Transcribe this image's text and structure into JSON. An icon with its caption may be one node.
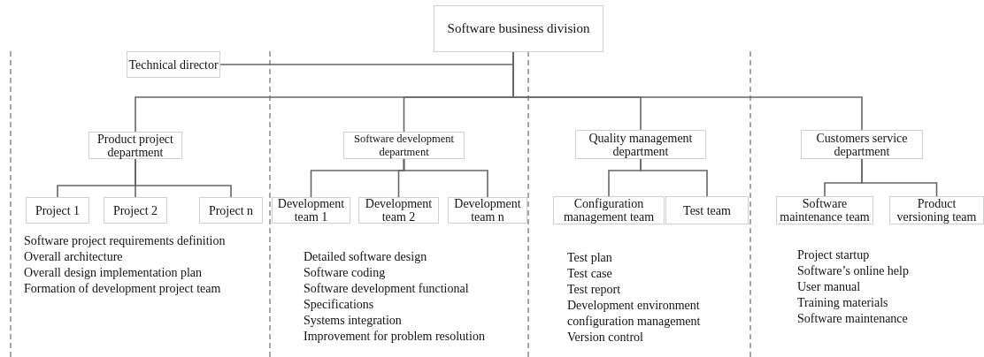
{
  "diagram": {
    "nodes": [
      {
        "text": [
          "Software business division"
        ]
      },
      {
        "text": [
          "Technical director"
        ]
      },
      {
        "text": [
          "Product project department"
        ]
      },
      {
        "text": [
          "Software development department"
        ]
      },
      {
        "text": [
          "Quality management department"
        ]
      },
      {
        "text": [
          "Customers service department"
        ]
      },
      {
        "text": [
          "Project 1"
        ]
      },
      {
        "text": [
          "Project 2"
        ]
      },
      {
        "text": [
          "Project n"
        ]
      },
      {
        "text": [
          "Development team 1"
        ]
      },
      {
        "text": [
          "Development team 2"
        ]
      },
      {
        "text": [
          "Development team n"
        ]
      },
      {
        "text": [
          "Configuration management team"
        ]
      },
      {
        "text": [
          "Test team"
        ]
      },
      {
        "text": [
          "Software maintenance team"
        ]
      },
      {
        "text": [
          "Product versioning team"
        ]
      }
    ],
    "edges": [
      {
        "from": 0,
        "to": 1,
        "arrow": "none"
      },
      {
        "from": 0,
        "to": 2,
        "arrow": "none"
      },
      {
        "from": 0,
        "to": 3,
        "arrow": "none"
      },
      {
        "from": 0,
        "to": 4,
        "arrow": "none"
      },
      {
        "from": 0,
        "to": 5,
        "arrow": "none"
      },
      {
        "from": 2,
        "to": 6,
        "arrow": "none"
      },
      {
        "from": 2,
        "to": 7,
        "arrow": "none"
      },
      {
        "from": 2,
        "to": 8,
        "arrow": "none"
      },
      {
        "from": 3,
        "to": 9,
        "arrow": "none"
      },
      {
        "from": 3,
        "to": 10,
        "arrow": "none"
      },
      {
        "from": 3,
        "to": 11,
        "arrow": "none"
      },
      {
        "from": 4,
        "to": 12,
        "arrow": "none"
      },
      {
        "from": 4,
        "to": 13,
        "arrow": "none"
      },
      {
        "from": 5,
        "to": 14,
        "arrow": "none"
      },
      {
        "from": 5,
        "to": 15,
        "arrow": "none"
      }
    ],
    "labels": [
      "Software project requirements definition",
      "Overall architecture",
      "Overall design implementation plan",
      "Formation of development project team",
      "Detailed software design",
      "Software coding",
      "Software development functional",
      "Specifications",
      "Systems integration",
      "Improvement for problem resolution",
      "Test plan",
      "Test case",
      "Test report",
      "Development environment configuration management",
      "Version control",
      "Project startup",
      "Software’s online help",
      "User manual",
      "Training materials",
      "Software maintenance"
    ]
  }
}
